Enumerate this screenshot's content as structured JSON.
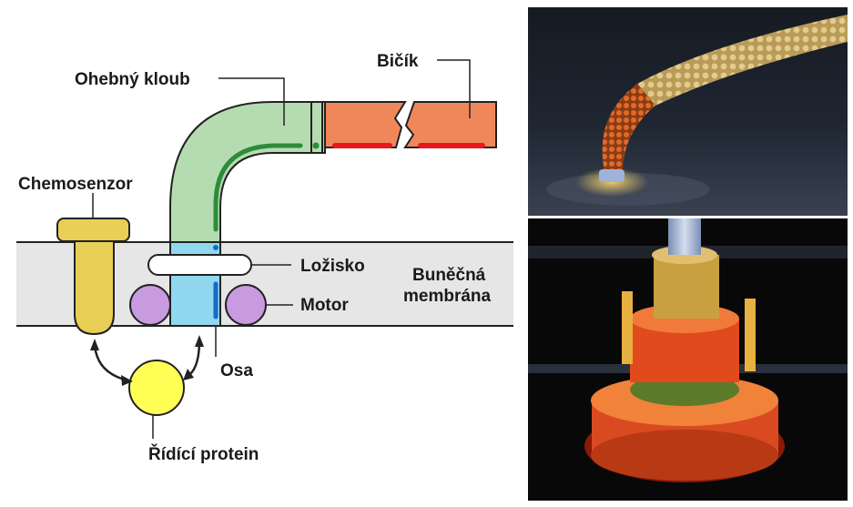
{
  "diagram": {
    "labels": {
      "flagellum": "Bičík",
      "hook": "Ohebný kloub",
      "chemosensor": "Chemosenzor",
      "bearing": "Ložisko",
      "membrane_line1": "Buněčná",
      "membrane_line2": "membrána",
      "motor": "Motor",
      "axis": "Osa",
      "control_protein": "Řídící protein"
    },
    "colors": {
      "hook": "#b5dcb0",
      "flagellum": "#f0875b",
      "red_mark": "#e8181d",
      "green_mark": "#2e8b3c",
      "chemosensor": "#e8cf55",
      "motor": "#c89ae0",
      "axis": "#8fd8ef",
      "control_protein": "#ffff55",
      "membrane": "#e6e6e6"
    }
  },
  "photos": {
    "top": "flagellum-render",
    "bottom": "motor-render"
  }
}
